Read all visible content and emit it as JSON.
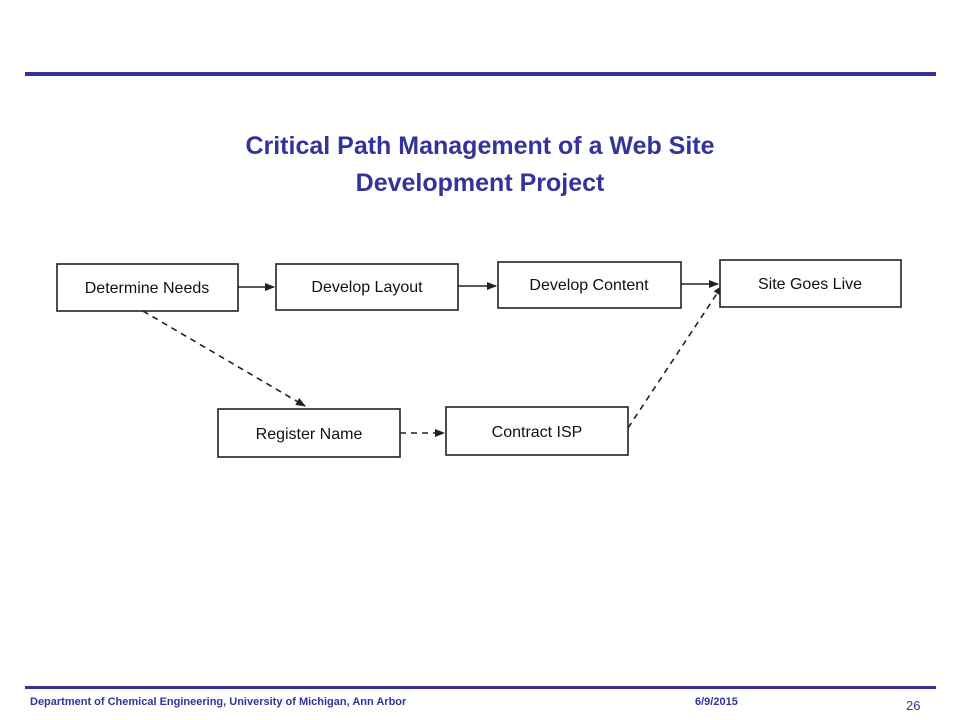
{
  "slide": {
    "title_line1": "Critical Path Management of a Web Site",
    "title_line2": "Development Project",
    "accent_color": "#333399"
  },
  "diagram": {
    "nodes": [
      {
        "id": "determine-needs",
        "label": "Determine Needs"
      },
      {
        "id": "develop-layout",
        "label": "Develop Layout"
      },
      {
        "id": "develop-content",
        "label": "Develop Content"
      },
      {
        "id": "site-goes-live",
        "label": "Site Goes Live"
      },
      {
        "id": "register-name",
        "label": "Register Name"
      },
      {
        "id": "contract-isp",
        "label": "Contract ISP"
      }
    ],
    "edges": [
      {
        "from": "determine-needs",
        "to": "develop-layout",
        "style": "solid"
      },
      {
        "from": "develop-layout",
        "to": "develop-content",
        "style": "solid"
      },
      {
        "from": "develop-content",
        "to": "site-goes-live",
        "style": "solid"
      },
      {
        "from": "determine-needs",
        "to": "register-name",
        "style": "dashed"
      },
      {
        "from": "register-name",
        "to": "contract-isp",
        "style": "dashed"
      },
      {
        "from": "contract-isp",
        "to": "site-goes-live",
        "style": "dashed"
      }
    ]
  },
  "footer": {
    "department": "Department  of Chemical Engineering, University  of Michigan, Ann Arbor",
    "date": "6/9/2015",
    "slide_number": "26"
  }
}
